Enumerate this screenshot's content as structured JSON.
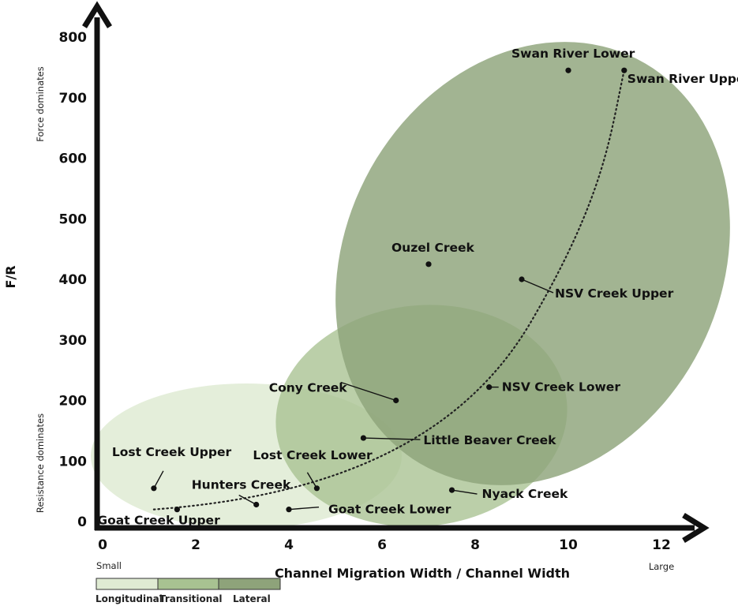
{
  "chart_data": {
    "type": "scatter",
    "xlabel": "Channel Migration Width / Channel Width",
    "ylabel": "F/R",
    "xlim": [
      0,
      12.5
    ],
    "ylim": [
      0,
      800
    ],
    "x_ticks": [
      0,
      2,
      4,
      6,
      8,
      10,
      12
    ],
    "y_ticks": [
      0,
      100,
      200,
      300,
      400,
      500,
      600,
      700,
      800
    ],
    "x_extremes": {
      "low": "Small",
      "high": "Large"
    },
    "y_extremes": {
      "low": "Resistance dominates",
      "high": "Force dominates"
    },
    "points": [
      {
        "name": "Swan River Lower",
        "x": 10.0,
        "y": 745
      },
      {
        "name": "Swan River Upper",
        "x": 11.2,
        "y": 745
      },
      {
        "name": "Ouzel Creek",
        "x": 7.0,
        "y": 425
      },
      {
        "name": "NSV Creek Upper",
        "x": 9.0,
        "y": 400
      },
      {
        "name": "NSV Creek Lower",
        "x": 8.3,
        "y": 222
      },
      {
        "name": "Cony Creek",
        "x": 6.3,
        "y": 200
      },
      {
        "name": "Little Beaver Creek",
        "x": 5.6,
        "y": 138
      },
      {
        "name": "Lost Creek Upper",
        "x": 1.1,
        "y": 55
      },
      {
        "name": "Lost Creek Lower",
        "x": 4.6,
        "y": 55
      },
      {
        "name": "Nyack Creek",
        "x": 7.5,
        "y": 52
      },
      {
        "name": "Hunters Creek",
        "x": 3.3,
        "y": 28
      },
      {
        "name": "Goat Creek Lower",
        "x": 4.0,
        "y": 20
      },
      {
        "name": "Goat Creek Upper",
        "x": 1.6,
        "y": 20
      }
    ],
    "regions": [
      {
        "name": "Longitudinal",
        "color": "#dfebd3"
      },
      {
        "name": "Transitional",
        "color": "#a8c291"
      },
      {
        "name": "Lateral",
        "color": "#8ea37a"
      }
    ],
    "trend": "dotted curve"
  },
  "legend": {
    "low_label": "Small",
    "high_label": "Large",
    "segments": [
      "Longitudinal",
      "Transitional",
      "Lateral"
    ]
  }
}
